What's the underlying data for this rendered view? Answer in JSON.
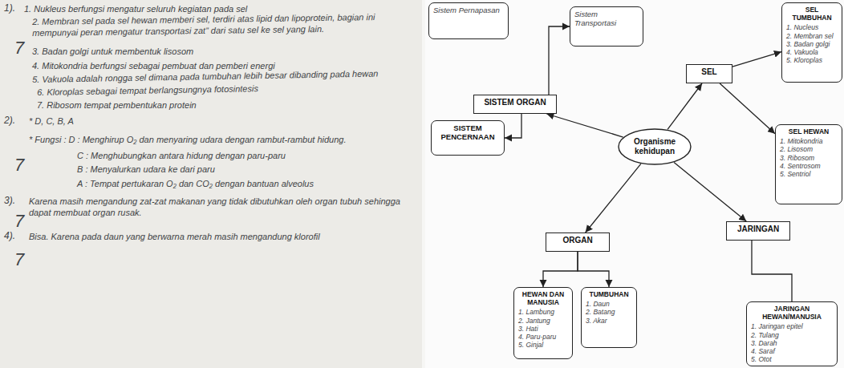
{
  "diagram": {
    "nodes": [
      {
        "text": [
          "Sistem Pernapasan"
        ]
      },
      {
        "text": [
          "Sistem Transportasi"
        ]
      },
      {
        "text": [
          "SISTEM ORGAN"
        ]
      },
      {
        "text": [
          "SISTEM PENCERNAAN"
        ]
      },
      {
        "text": [
          "Organisme kehidupan"
        ]
      },
      {
        "text": [
          "SEL"
        ]
      },
      {
        "text": [
          "SEL TUMBUHAN",
          "1. Nucleus",
          "2. Membran sel",
          "3. Badan golgi",
          "4. Vakuola",
          "5. Kloroplas"
        ]
      },
      {
        "text": [
          "SEL HEWAN",
          "1. Mitokondria",
          "2. Lisosom",
          "3. Ribosom",
          "4. Sentrosom",
          "5. Sentriol"
        ]
      },
      {
        "text": [
          "ORGAN"
        ]
      },
      {
        "text": [
          "JARINGAN"
        ]
      },
      {
        "text": [
          "HEWAN DAN MANUSIA",
          "1. Lambung",
          "2. Jantung",
          "3. Hati",
          "4. Paru-paru",
          "5. Ginjal"
        ]
      },
      {
        "text": [
          "TUMBUHAN",
          "1. Daun",
          "2. Batang",
          "3. Akar"
        ]
      },
      {
        "text": [
          "JARINGAN HEWAN/MANUSIA",
          "1. Jaringan epitel",
          "2. Tulang",
          "3. Darah",
          "4. Saraf",
          "5. Otot"
        ]
      }
    ],
    "edges": [
      {
        "from": 2,
        "to": 1,
        "arrow": "to"
      },
      {
        "from": 2,
        "to": 3,
        "arrow": "to"
      },
      {
        "from": 4,
        "to": 2,
        "arrow": "to"
      },
      {
        "from": 4,
        "to": 5,
        "arrow": "to"
      },
      {
        "from": 5,
        "to": 6,
        "arrow": "to"
      },
      {
        "from": 5,
        "to": 7,
        "arrow": "to"
      },
      {
        "from": 4,
        "to": 8,
        "arrow": "to"
      },
      {
        "from": 4,
        "to": 9,
        "arrow": "to"
      },
      {
        "from": 8,
        "to": 10,
        "arrow": "to"
      },
      {
        "from": 8,
        "to": 11,
        "arrow": "to"
      },
      {
        "from": 9,
        "to": 12,
        "arrow": "none"
      }
    ],
    "labels": [
      "1).",
      "1. Nukleus berfungsi mengatur seluruh kegiatan pada sel",
      "2. Membran sel pada sel hewan memberi sel, terdiri atas lipid dan lipoprotein, bagian ini mempunyai peran mengatur transportasi zat” dari satu sel ke sel yang lain.",
      "7",
      "3. Badan golgi untuk membentuk lisosom",
      "4. Mitokondria berfungsi sebagai pembuat dan pemberi energi",
      "5. Vakuola adalah rongga sel dimana pada tumbuhan lebih besar dibanding pada hewan",
      "6. Kloroplas sebagai tempat berlangsungnya fotosintesis",
      "7. Ribosom tempat pembentukan protein",
      "2).",
      "* D, C, B, A",
      "* Fungsi : D : Menghirup O₂ dan menyaring udara dengan rambut-rambut hidung.",
      "C : Menghubungkan antara hidung dengan paru-paru",
      "B : Menyalurkan udara ke dari paru",
      "A : Tempat pertukaran O₂ dan CO₂ dengan bantuan alveolus",
      "7",
      "3).",
      "Karena masih mengandung zat-zat makanan yang tidak dibutuhkan oleh organ tubuh sehingga dapat membuat organ rusak.",
      "7",
      "4).",
      "Bisa. Karena pada daun yang berwarna merah masih mengandung klorofil",
      "7"
    ]
  }
}
